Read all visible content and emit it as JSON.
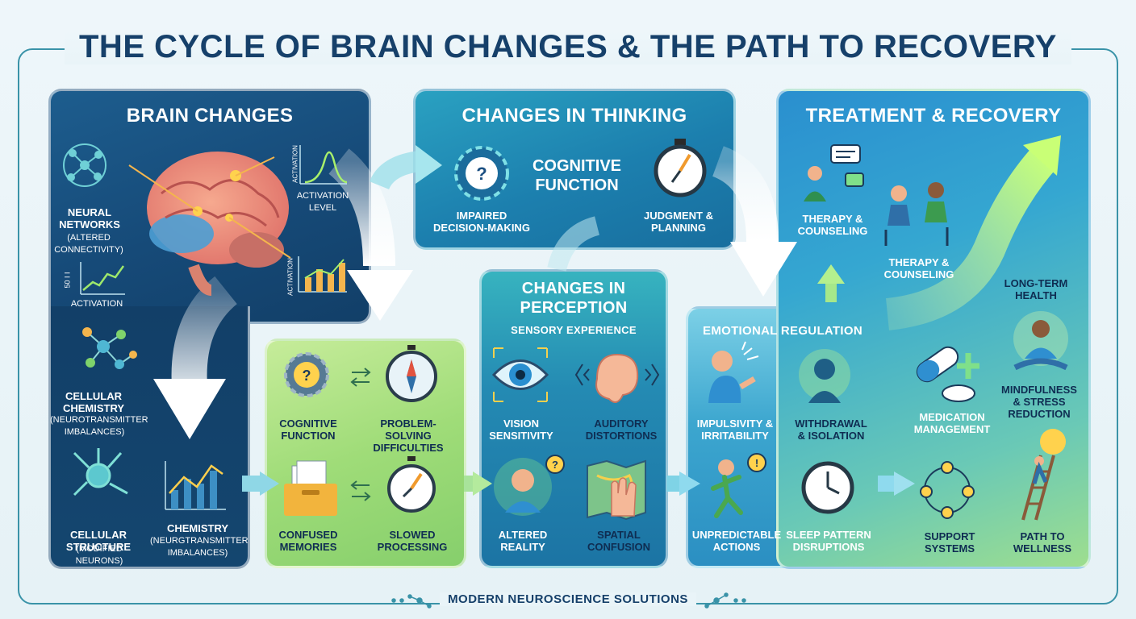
{
  "title": "THE CYCLE OF BRAIN CHANGES & THE PATH TO RECOVERY",
  "footer": "MODERN NEUROSCIENCE SOLUTIONS",
  "colors": {
    "navy": "#16406a",
    "teal": "#2aa7c4",
    "green": "#7fcf4e",
    "white": "#ffffff"
  },
  "brain_changes": {
    "title": "BRAIN CHANGES",
    "neural_networks": "NEURAL NETWORKS",
    "neural_networks_sub": "(ALTERED CONNECTIVITY)",
    "activation_level": "ACTIVATION LEVEL",
    "activation_axis": "ACTIVATION",
    "activation": "ACTIVATION",
    "activation_rotated": "ACTIVATION",
    "fifty_label": "50 ι ι",
    "cellular_chemistry": "CELLULAR CHEMISTRY",
    "cellular_chemistry_sub": "(NEUROTRANSMITTER IMBALANCES)",
    "cellular_structure": "CELLULAR STRUCTURE",
    "cellular_structure_sub": "(MODIFIED NEURONS)",
    "chemistry": "CHEMISTRY",
    "chemistry_sub": "(NEURGTRANSMITTER IMBALANCES)"
  },
  "thinking": {
    "title": "CHANGES IN THINKING",
    "cognitive_function": "COGNITIVE FUNCTION",
    "impaired": "IMPAIRED DECISION-MAKING",
    "judgment": "JUDGMENT & PLANNING"
  },
  "green_panel": {
    "cognitive_function": "COGNITIVE FUNCTION",
    "problem_solving": "PROBLEM-SOLVING DIFFICULTIES",
    "confused_memories": "CONFUSED MEMORIES",
    "slowed_processing": "SLOWED PROCESSING"
  },
  "perception": {
    "title": "CHANGES IN PERCEPTION",
    "subtitle": "SENSORY EXPERIENCE",
    "vision": "VISION SENSITIVITY",
    "auditory": "AUDITORY DISTORTIONS",
    "altered_reality": "ALTERED REALITY",
    "spatial": "SPATIAL CONFUSION"
  },
  "emotional": {
    "title": "EMOTIONAL REGULATION",
    "impulsivity": "IMPULSIVITY & IRRITABILITY",
    "withdrawal": "WITHDRAWAL & ISOLATION",
    "unpredictable": "UNPREDICTABLE ACTIONS",
    "sleep": "SLEEP PATTERN DISRUPTIONS"
  },
  "treatment": {
    "title": "TREATMENT & RECOVERY",
    "therapy1": "THERAPY & COUNSELING",
    "therapy2": "THERAPY & COUNSELING",
    "long_term": "LONG-TERM HEALTH",
    "medication": "MEDICATION MANAGEMENT",
    "mindfulness": "MINDFULNESS & STRESS REDUCTION",
    "support": "SUPPORT SYSTEMS",
    "wellness": "PATH TO WELLNESS"
  }
}
